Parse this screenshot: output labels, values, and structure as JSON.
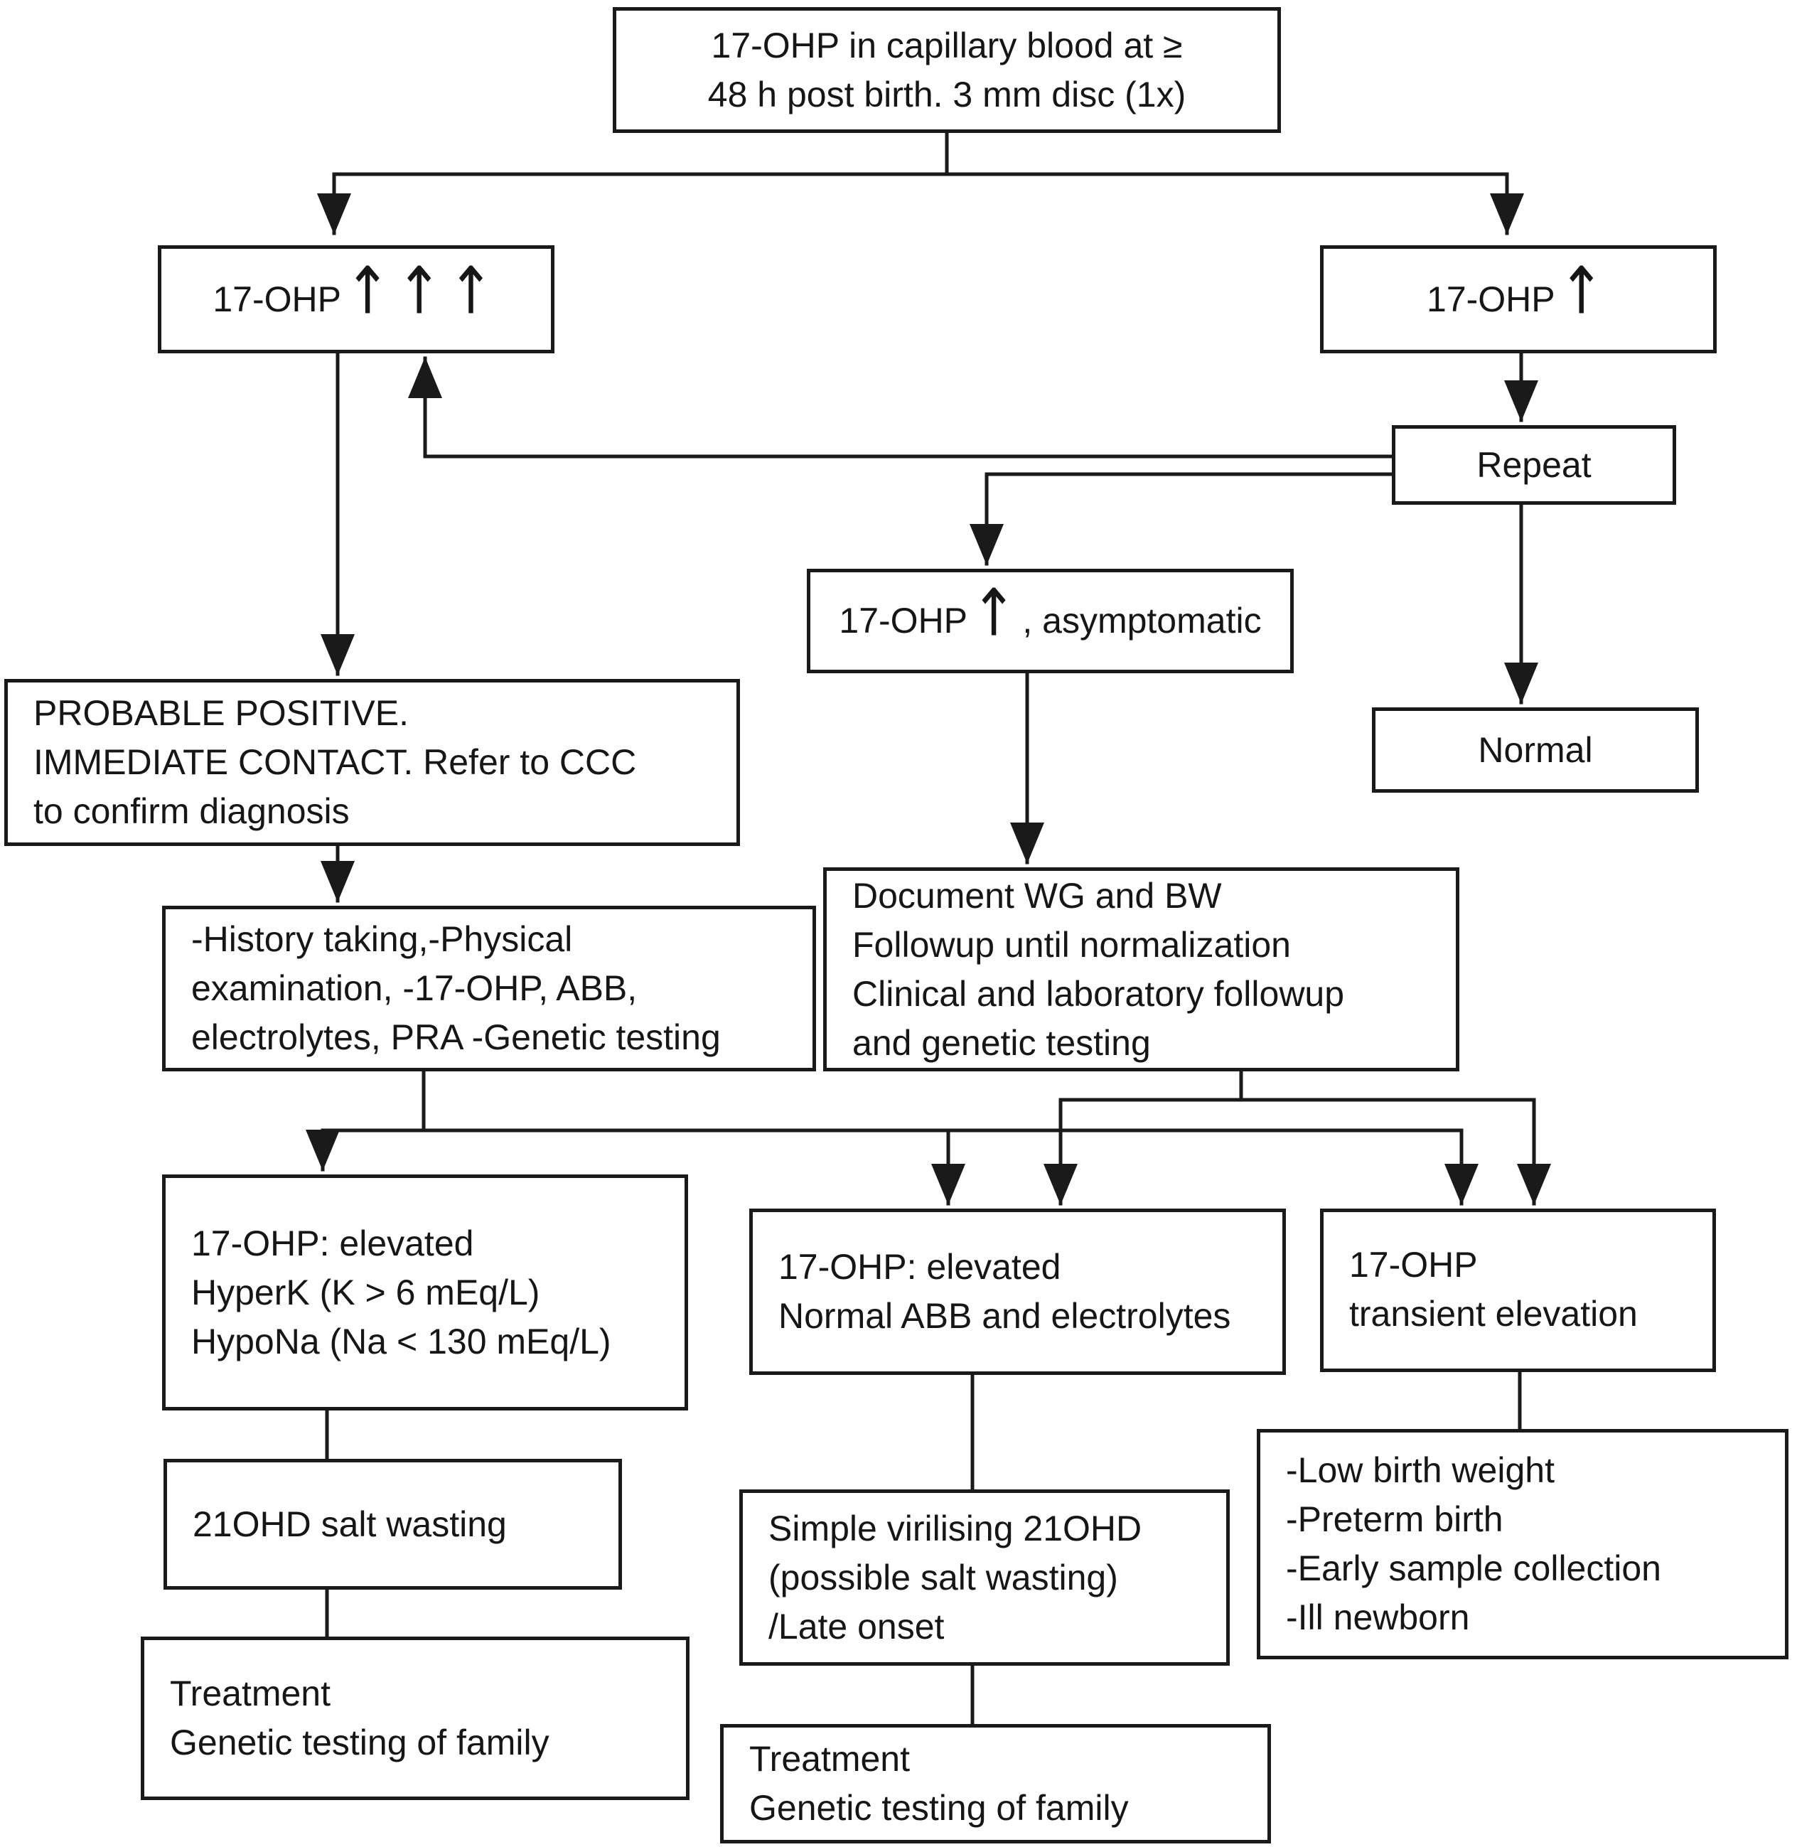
{
  "figure": {
    "type": "flowchart",
    "topic": "17-OHP newborn screening algorithm",
    "colors": {
      "line": "#1a1a1a",
      "text": "#161616",
      "box_background": "#ffffff",
      "page_background": "#ffffff"
    },
    "icons": {
      "up_arrow_glyph": "up-arrow"
    },
    "nodes": {
      "screening": {
        "lines": [
          "17-OHP in capillary blood at ≥",
          "48 h post birth. 3 mm disc (1x)"
        ]
      },
      "ohp_very_high": {
        "label": "17-OHP",
        "arrows": "↑↑↑"
      },
      "ohp_raised": {
        "label": "17-OHP",
        "arrows": "↑"
      },
      "repeat": {
        "label": "Repeat"
      },
      "ohp_asymptomatic": {
        "label": "17-OHP",
        "arrows": "↑",
        "suffix": " , asymptomatic"
      },
      "normal": {
        "label": "Normal"
      },
      "probable_positive": {
        "lines": [
          "PROBABLE POSITIVE.",
          "IMMEDIATE CONTACT. Refer to CCC",
          "to confirm diagnosis"
        ]
      },
      "workup": {
        "lines": [
          "-History taking,-Physical",
          "examination, -17-OHP, ABB,",
          "electrolytes, PRA -Genetic testing"
        ]
      },
      "followup": {
        "lines": [
          "Document WG and BW",
          "Followup until normalization",
          "Clinical and laboratory followup",
          "and genetic testing"
        ]
      },
      "salt_wasting_labs": {
        "lines": [
          "17-OHP: elevated",
          "HyperK (K > 6 mEq/L)",
          "HypoNa (Na < 130 mEq/L)"
        ]
      },
      "virilising_labs": {
        "lines": [
          "17-OHP: elevated",
          "Normal ABB and electrolytes"
        ]
      },
      "transient": {
        "lines": [
          "17-OHP",
          "transient elevation"
        ]
      },
      "salt_wasting_dx": {
        "label": "21OHD salt wasting"
      },
      "treatment_left": {
        "lines": [
          "Treatment",
          "Genetic testing of family"
        ]
      },
      "simple_virilising_dx": {
        "lines": [
          "Simple virilising 21OHD",
          "(possible salt wasting)",
          "/Late onset"
        ]
      },
      "treatment_mid": {
        "lines": [
          "Treatment",
          "Genetic testing of family"
        ]
      },
      "transient_causes": {
        "lines": [
          "-Low birth weight",
          "-Preterm birth",
          "-Early sample collection",
          "-Ill newborn"
        ]
      }
    }
  }
}
